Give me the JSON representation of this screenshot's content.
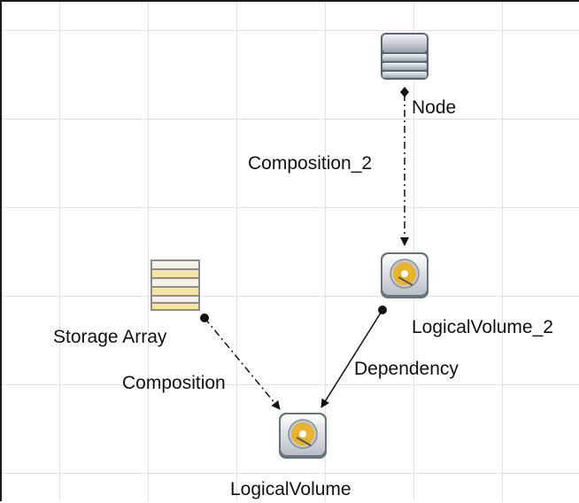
{
  "nodes": {
    "node": {
      "label": "Node",
      "icon": "server-stack-icon"
    },
    "logical_volume_2": {
      "label": "LogicalVolume_2",
      "icon": "disk-volume-icon"
    },
    "storage_array": {
      "label": "Storage Array",
      "icon": "storage-array-icon"
    },
    "logical_volume": {
      "label": "LogicalVolume",
      "icon": "disk-volume-icon"
    }
  },
  "relationships": [
    {
      "label": "Composition_2",
      "from": "Node",
      "to": "LogicalVolume_2",
      "style": "dashed"
    },
    {
      "label": "Dependency",
      "from": "LogicalVolume_2",
      "to": "LogicalVolume",
      "style": "solid"
    },
    {
      "label": "Composition",
      "from": "Storage Array",
      "to": "LogicalVolume",
      "style": "dashed"
    }
  ],
  "colors": {
    "grid": "#e3e3e3",
    "edge": "#111111",
    "disk_accent": "#e8b430",
    "array_stripe": "#f7e3a4"
  }
}
